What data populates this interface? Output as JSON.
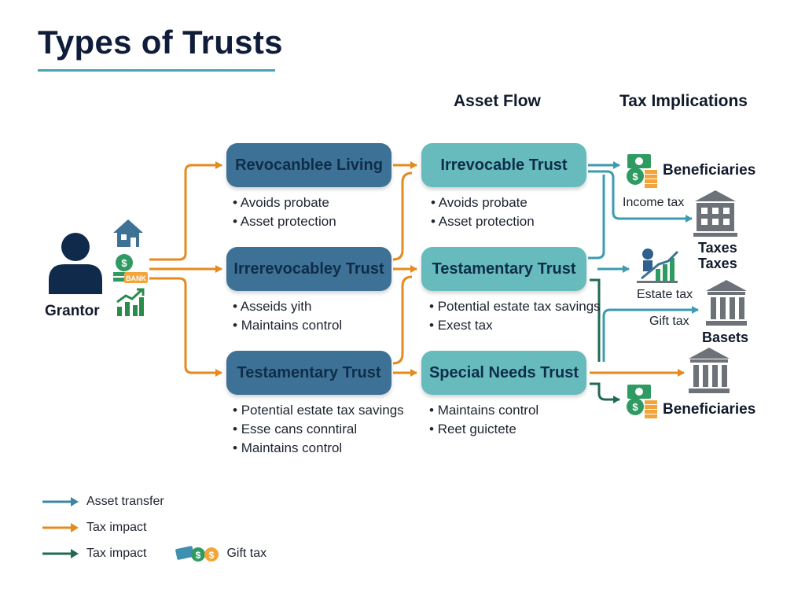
{
  "title": "Types of Trusts",
  "headers": {
    "asset_flow": "Asset Flow",
    "tax_implications": "Tax Implications"
  },
  "grantor": {
    "label": "Grantor",
    "bank_text": "BANK"
  },
  "column1": [
    {
      "label": "Revocanblee Living",
      "bullets": [
        "Avoids probate",
        "Asset protection"
      ]
    },
    {
      "label": "Irrerevocabley Trust",
      "bullets": [
        "Asseids yith",
        "Maintains control"
      ]
    },
    {
      "label": "Testamentary Trust",
      "bullets": [
        "Potential estate tax savings",
        "Esse cans conntiral",
        "Maintains control"
      ]
    }
  ],
  "column2": [
    {
      "label": "Irrevocable Trust",
      "bullets": [
        "Avoids probate",
        "Asset protection"
      ]
    },
    {
      "label": "Testamentary Trust",
      "bullets": [
        "Potential estate tax savings",
        "Exest tax"
      ]
    },
    {
      "label": "Special Needs Trust",
      "bullets": [
        "Maintains control",
        "Reet guictete"
      ]
    }
  ],
  "tax": {
    "beneficiaries_top": "Beneficiaries",
    "income_tax": "Income tax",
    "taxes_1": "Taxes",
    "taxes_2": "Taxes",
    "estate_tax": "Estate tax",
    "gift_tax": "Gift tax",
    "basets": "Basets",
    "beneficiaries_bottom": "Beneficiaries"
  },
  "legend": [
    {
      "label": "Asset transfer",
      "color": "#3d86a3"
    },
    {
      "label": "Tax impact",
      "color": "#e58a1f"
    },
    {
      "label": "Tax impact",
      "color": "#1f6b4f"
    }
  ],
  "legend_extra": {
    "label": "Gift tax"
  },
  "colors": {
    "orange": "#e58a1f",
    "teal": "#3d9bb0",
    "green": "#1f6b4f",
    "dark_box": "#3e7196",
    "teal_box": "#67bbbd"
  }
}
